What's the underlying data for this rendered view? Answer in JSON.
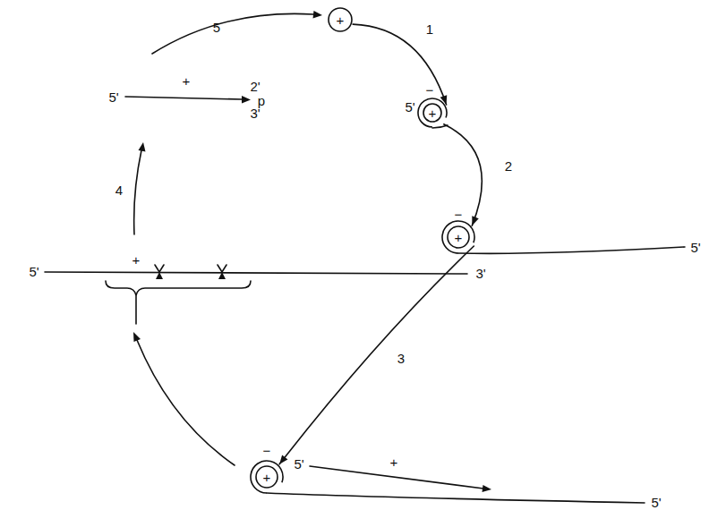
{
  "diagram": {
    "nodes": [
      {
        "text": [
          "+"
        ]
      },
      {
        "text": [
          "+"
        ]
      },
      {
        "text": [
          "+"
        ]
      },
      {
        "text": [
          "+"
        ]
      }
    ],
    "edges": [
      {
        "from": 0,
        "to": 1,
        "arrow": "to",
        "label": "1"
      },
      {
        "from": 1,
        "to": 2,
        "arrow": "to",
        "label": "2"
      },
      {
        "from": 2,
        "to": 3,
        "arrow": "to",
        "label": "3"
      }
    ],
    "labels": [
      "5",
      "5'",
      "−",
      "−",
      "5'",
      "−",
      "5'",
      "+",
      "5'",
      "5'",
      "+",
      "3'",
      "4",
      "5'",
      "+",
      "2'",
      "p",
      "3'"
    ]
  }
}
